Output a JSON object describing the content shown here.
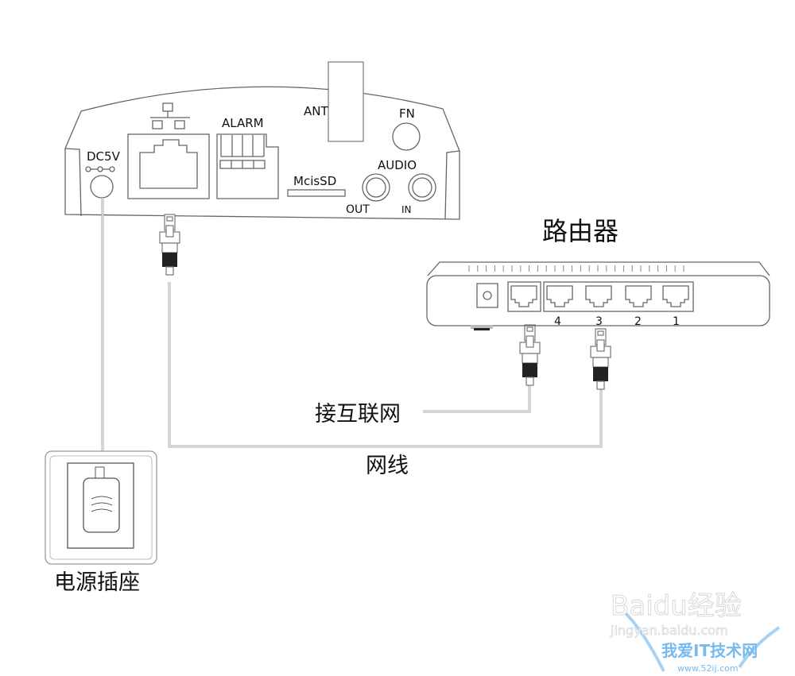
{
  "camera": {
    "dc_label": "DC5V",
    "alarm_label": "ALARM",
    "ant_label": "ANT",
    "fn_label": "FN",
    "audio_label": "AUDIO",
    "sd_label": "McisSD",
    "out_label": "OUT",
    "in_label": "IN"
  },
  "router": {
    "title": "路由器",
    "port_labels": [
      "4",
      "3",
      "2",
      "1"
    ]
  },
  "labels": {
    "internet": "接互联网",
    "cable": "网线",
    "outlet": "电源插座"
  },
  "watermark": {
    "baidu": "Baidu经验",
    "baidu_sub": "jingyan.baidu.com",
    "site": "我爱IT技术网",
    "url": "www.52ij.com"
  }
}
